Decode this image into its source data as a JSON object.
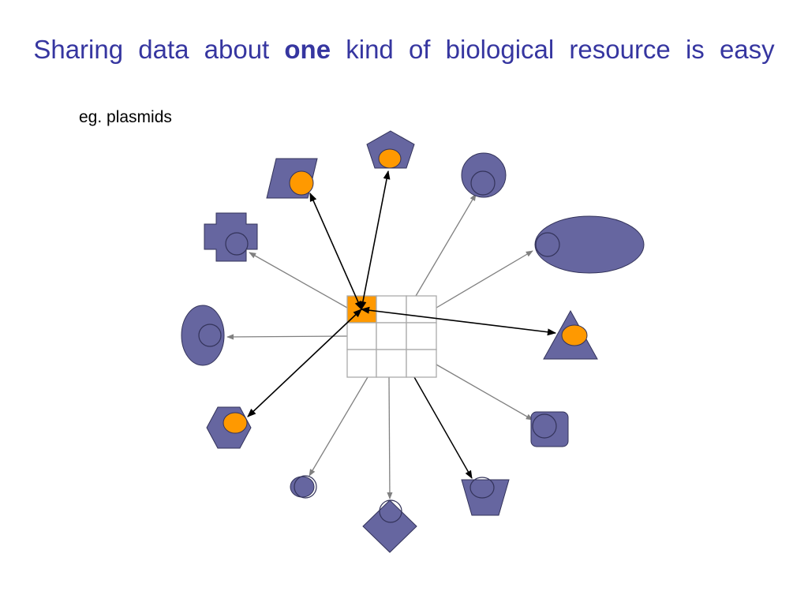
{
  "slide": {
    "title_before": "Sharing data about",
    "title_bold": "one",
    "title_after": "kind of biological resource is easy",
    "subtitle": "eg. plasmids"
  },
  "colors": {
    "title": "#3636a0",
    "shape_fill": "#6666a0",
    "highlight": "#ff9900",
    "shared_link": "#000000",
    "unshared_link": "#808080",
    "grid_border": "#aaaaaa"
  }
}
